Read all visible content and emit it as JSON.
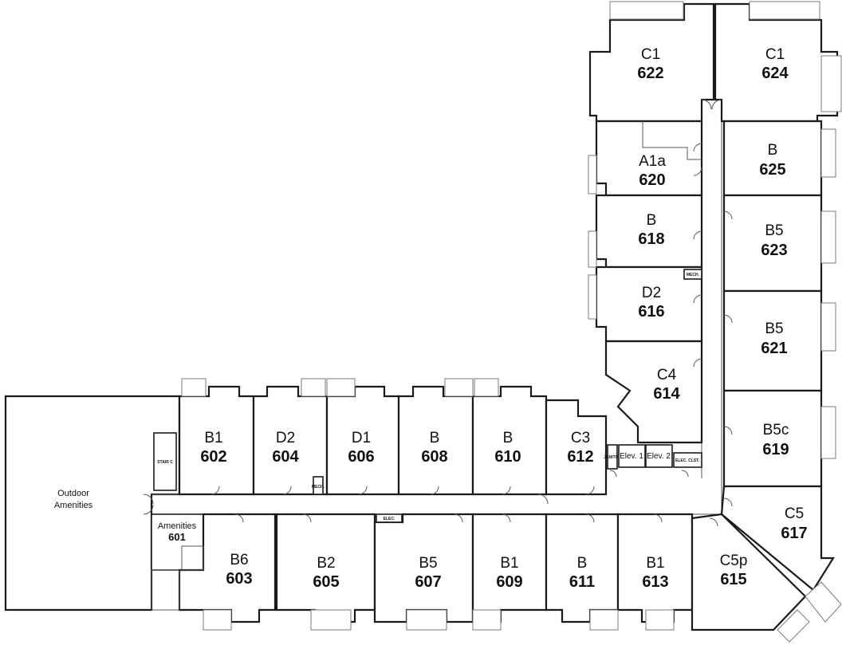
{
  "colors": {
    "highlight": "#c9d9c3",
    "wall": "#1a1a1a",
    "balcony": "#7a7a7a"
  },
  "units": [
    {
      "type": "C1",
      "number": "622"
    },
    {
      "type": "C1",
      "number": "624"
    },
    {
      "type": "A1a",
      "number": "620"
    },
    {
      "type": "B",
      "number": "625"
    },
    {
      "type": "B",
      "number": "618"
    },
    {
      "type": "B5",
      "number": "623"
    },
    {
      "type": "D2",
      "number": "616"
    },
    {
      "type": "B5",
      "number": "621"
    },
    {
      "type": "C4",
      "number": "614"
    },
    {
      "type": "B5c",
      "number": "619"
    },
    {
      "type": "C5",
      "number": "617"
    },
    {
      "type": "B1",
      "number": "602"
    },
    {
      "type": "D2",
      "number": "604"
    },
    {
      "type": "D1",
      "number": "606"
    },
    {
      "type": "B",
      "number": "608"
    },
    {
      "type": "B",
      "number": "610"
    },
    {
      "type": "C3",
      "number": "612"
    },
    {
      "type": "B6",
      "number": "603"
    },
    {
      "type": "B2",
      "number": "605"
    },
    {
      "type": "B5",
      "number": "607"
    },
    {
      "type": "B1",
      "number": "609",
      "highlighted": true
    },
    {
      "type": "B",
      "number": "611"
    },
    {
      "type": "B1",
      "number": "613"
    },
    {
      "type": "C5p",
      "number": "615"
    }
  ],
  "amenities": {
    "outdoor_line1": "Outdoor",
    "outdoor_line2": "Amenities",
    "indoor_label": "Amenities",
    "indoor_number": "601"
  },
  "services": {
    "stair": "STAIR C",
    "mech_a": "MECH.",
    "mech_b": "MECH.",
    "janitor": "JANITOR",
    "elev1": "Elev. 1",
    "elev2": "Elev. 2",
    "elec_closet": "ELEC. CLST.",
    "elec": "ELEC."
  }
}
